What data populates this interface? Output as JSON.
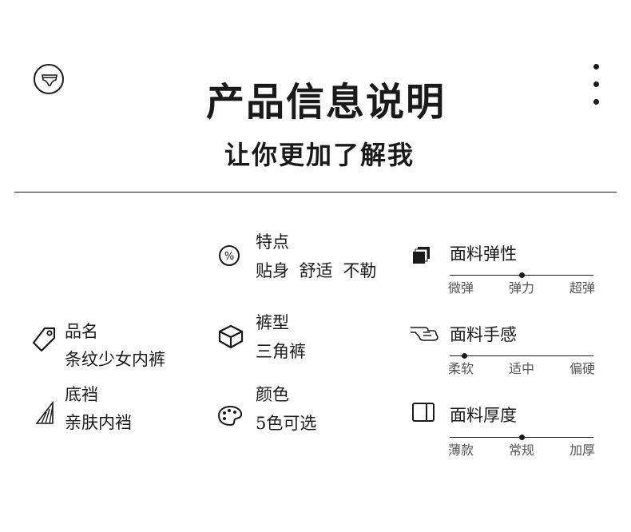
{
  "header": {
    "title": "产品信息说明",
    "subtitle": "让你更加了解我"
  },
  "icons": {
    "logo": "underwear-icon",
    "menu": "vertical-dots-icon"
  },
  "specs": {
    "name": {
      "label": "品名",
      "value": "条纹少女内裤",
      "icon": "tag-icon"
    },
    "crotch": {
      "label": "底裆",
      "value": "亲肤内裆",
      "icon": "fabric-layer-icon"
    },
    "feature": {
      "label": "特点",
      "value": "贴身 舒适 不勒",
      "icon": "percent-circle-icon"
    },
    "cut": {
      "label": "裤型",
      "value": "三角裤",
      "icon": "box-icon"
    },
    "color": {
      "label": "颜色",
      "value": "5色可选",
      "icon": "palette-icon"
    }
  },
  "meters": [
    {
      "title": "面料弹性",
      "icon": "fabric-swatch-icon",
      "labels": [
        "微弹",
        "弹力",
        "超弹"
      ],
      "level": 0.5
    },
    {
      "title": "面料手感",
      "icon": "hand-touch-icon",
      "labels": [
        "柔软",
        "适中",
        "偏硬"
      ],
      "level": 0.1
    },
    {
      "title": "面料厚度",
      "icon": "book-icon",
      "labels": [
        "薄款",
        "常规",
        "加厚"
      ],
      "level": 0.5
    }
  ]
}
